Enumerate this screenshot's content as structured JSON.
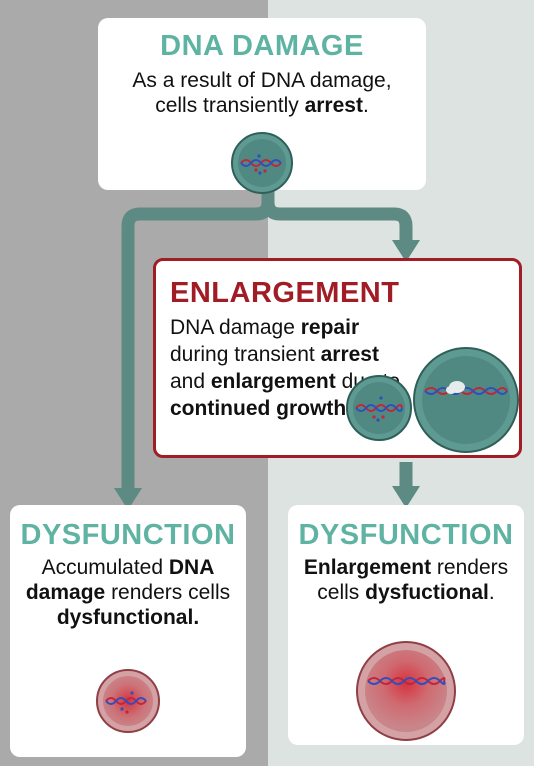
{
  "colors": {
    "teal": "#5fb3a2",
    "red": "#a11d26",
    "arrow": "#5d8a82",
    "cell_teal": "#4f8981",
    "cell_red": "#c9868a"
  },
  "damage": {
    "title": "DNA DAMAGE",
    "line1": "As a result of DNA damage,",
    "line2_pre": "cells transiently ",
    "line2_bold": "arrest",
    "line2_post": "."
  },
  "enlargement": {
    "title": "ENLARGEMENT",
    "t1": "DNA damage ",
    "t2": "repair",
    "t3": " during transient ",
    "t4": "arrest",
    "t5": " and ",
    "t6": "enlargement",
    "t7": " due to ",
    "t8": "continued growth."
  },
  "dysfunction_left": {
    "title": "DYSFUNCTION",
    "t1": "Accumulated ",
    "t2": "DNA damage",
    "t3": " renders cells ",
    "t4": "dysfunctional."
  },
  "dysfunction_right": {
    "title": "DYSFUNCTION",
    "t1": "Enlargement",
    "t2": " renders cells ",
    "t3": "dysfuctional",
    "t4": "."
  }
}
